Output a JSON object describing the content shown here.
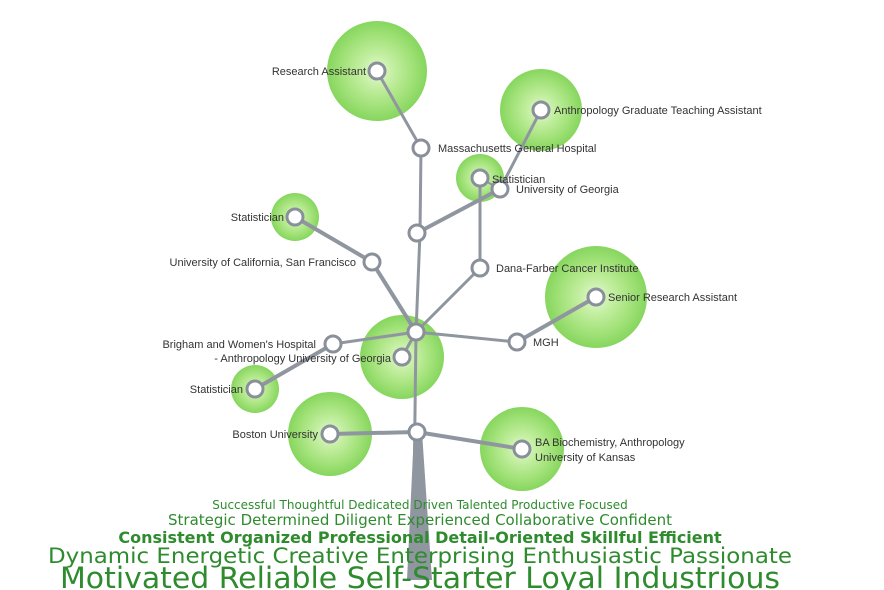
{
  "colors": {
    "branch": "#9096a0",
    "node_fill": "#ffffff",
    "node_stroke": "#8a909a",
    "halo_outer": "#86d65e",
    "halo_inner": "#d4f5c0",
    "label": "#333333",
    "words": "#2e8b2e"
  },
  "nodes": [
    {
      "id": "research-assistant",
      "label": "Research Assistant",
      "halo": "large"
    },
    {
      "id": "anthropology-gta",
      "label": "Anthropology Graduate Teaching Assistant",
      "halo": "large"
    },
    {
      "id": "mass-general",
      "label": "Massachusetts General Hospital",
      "halo": "none"
    },
    {
      "id": "statistician-uga",
      "label": "Statistician",
      "halo": "small"
    },
    {
      "id": "university-of-georgia",
      "label": "University of Georgia",
      "halo": "none"
    },
    {
      "id": "statistician-ucsf",
      "label": "Statistician",
      "halo": "small"
    },
    {
      "id": "ucsf",
      "label": "University of California, San Francisco",
      "halo": "none"
    },
    {
      "id": "dana-farber",
      "label": "Dana-Farber Cancer Institute",
      "halo": "none"
    },
    {
      "id": "senior-research-assistant",
      "label": "Senior Research Assistant",
      "halo": "large"
    },
    {
      "id": "brigham",
      "label": "Brigham and Women's Hospital",
      "halo": "none"
    },
    {
      "id": "anthropology-uga",
      "label": "- Anthropology University of Georgia",
      "halo": "large"
    },
    {
      "id": "mgh",
      "label": "MGH",
      "halo": "none"
    },
    {
      "id": "statistician-bwh",
      "label": "Statistician",
      "halo": "small"
    },
    {
      "id": "boston-university",
      "label": "Boston University",
      "halo": "large"
    },
    {
      "id": "ba-biochem",
      "label": "BA Biochemistry, Anthropology",
      "label2": "University of Kansas",
      "halo": "large"
    }
  ],
  "word_rows": [
    "Successful Thoughtful Dedicated Driven Talented Productive Focused",
    "Strategic Determined Diligent Experienced Collaborative Confident",
    "Consistent Organized Professional Detail-Oriented Skillful Efficient",
    "Dynamic Energetic Creative Enterprising Enthusiastic Passionate",
    "Motivated Reliable Self-Starter Loyal Industrious"
  ]
}
